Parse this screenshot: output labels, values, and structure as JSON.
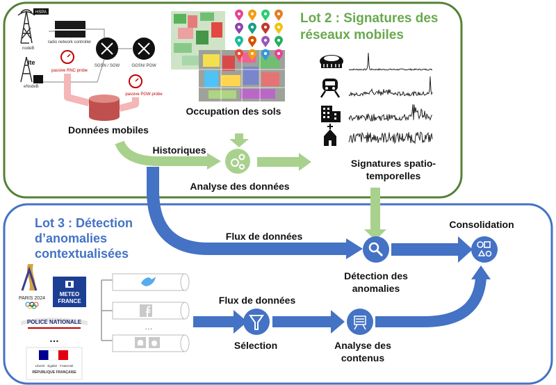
{
  "lot2": {
    "title_line1": "Lot 2 : Signatures des",
    "title_line2": "réseaux mobiles",
    "network": {
      "top_badge": "HSPA",
      "node_b": "nodeB",
      "rnc": "radio network controller",
      "sgsn": "SGSN / SGW",
      "ggsn": "GGSN/ PGW",
      "lte_badge": "lte",
      "enode_b": "eNodeB",
      "rnc_probe": "passive RNC probe",
      "pgw_probe": "passive PGW probe"
    },
    "donnees_mobiles": "Données mobiles",
    "occupation": "Occupation des sols",
    "historiques": "Historiques",
    "analyse": "Analyse des données",
    "signatures_line1": "Signatures spatio-",
    "signatures_line2": "temporelles",
    "signature_icons": [
      "stadium-icon",
      "train-icon",
      "buildings-icon",
      "church-icon"
    ],
    "accent_color": "#6aa84f"
  },
  "lot3": {
    "title_line1": "Lot 3 : Détection",
    "title_line2": "d’anomalies",
    "title_line3": "contextualisées",
    "flux_top": "Flux de données",
    "consolidation": "Consolidation",
    "detection_line1": "Détection des",
    "detection_line2": "anomalies",
    "flux_bottom": "Flux de données",
    "selection": "Sélection",
    "analyse_line1": "Analyse des",
    "analyse_line2": "contenus",
    "sources": [
      "twitter",
      "facebook",
      "android / apple"
    ],
    "sources_ellipsis": "…",
    "partners": {
      "paris": "PARIS 2024",
      "meteo_line1": "METEO",
      "meteo_line2": "FRANCE",
      "police": "POLICE NATIONALE",
      "ellipsis": "…",
      "republique": "RÉPUBLIQUE FRANÇAISE",
      "devise": "Liberté · Égalité · Fraternité"
    },
    "accent_color": "#4472c4"
  }
}
